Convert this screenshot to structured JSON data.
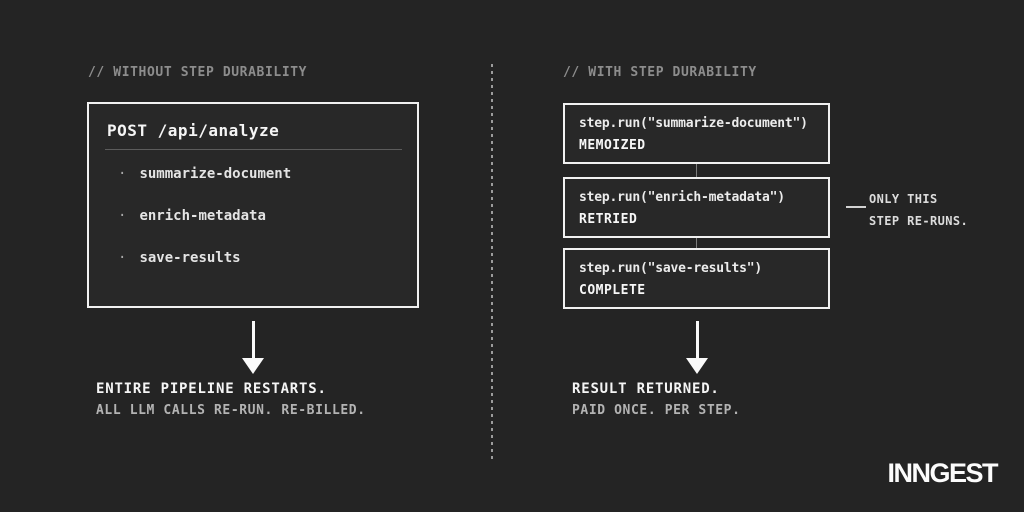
{
  "colors": {
    "background": "#242424",
    "box_fill": "#282828",
    "box_border": "#f1f1f1",
    "heading_gray": "#8d8d8d",
    "subtext_gray": "#b3b3b3",
    "text_white": "#f5f5f5"
  },
  "left": {
    "header": "// WITHOUT STEP DURABILITY",
    "box": {
      "title": "POST /api/analyze",
      "bullet": "·",
      "items": [
        "summarize-document",
        "enrich-metadata",
        "save-results"
      ]
    },
    "result_title": "ENTIRE PIPELINE RESTARTS.",
    "result_subtitle": "ALL LLM CALLS RE-RUN. RE-BILLED."
  },
  "right": {
    "header": "// WITH STEP DURABILITY",
    "steps": [
      {
        "code": "step.run(\"summarize-document\")",
        "status": "MEMOIZED"
      },
      {
        "code": "step.run(\"enrich-metadata\")",
        "status": "RETRIED"
      },
      {
        "code": "step.run(\"save-results\")",
        "status": "COMPLETE"
      }
    ],
    "annotation": {
      "line1": "ONLY THIS",
      "line2": "STEP RE-RUNS."
    },
    "result_title": "RESULT RETURNED.",
    "result_subtitle": "PAID ONCE. PER STEP."
  },
  "branding": {
    "logo_text": "INNGEST"
  }
}
